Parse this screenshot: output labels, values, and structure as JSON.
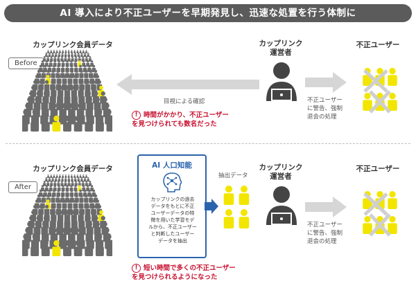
{
  "title": "AI 導入により不正ユーザーを早期発見し、迅速な処置を行う体制に",
  "labels": {
    "members": "カップリンク会員データ",
    "operator": "カップリンク\n運営者",
    "fraud_users": "不正ユーザー"
  },
  "before": {
    "tag": "Before",
    "visual_check": "目視による確認",
    "action": "不正ユーザー\nに警告、強制\n退会の処理",
    "problem": "時間がかかり、不正ユーザー\nを見つけられても数名だった"
  },
  "after": {
    "tag": "After",
    "extracted": "抽出データ",
    "ai_title": "AI 人口知能",
    "ai_desc": "カップリンクの過去\nデータをもとに不正\nユーザーデータの特\n徴を用いた学習モデ\nルから、不正ユーザー\nと判断したユーザー\nデータを抽出",
    "action": "不正ユーザー\nに警告、強制\n退会の処理",
    "result": "短い時間で多くの不正ユーザー\nを見つけられるようになった"
  },
  "colors": {
    "title_bg": "#5b5b5b",
    "crowd": "#6b6b6b",
    "fraud": "#f2e600",
    "arrow_grey": "#d6d6d6",
    "arrow_blue": "#2a64ad",
    "warn": "#c8102e"
  }
}
